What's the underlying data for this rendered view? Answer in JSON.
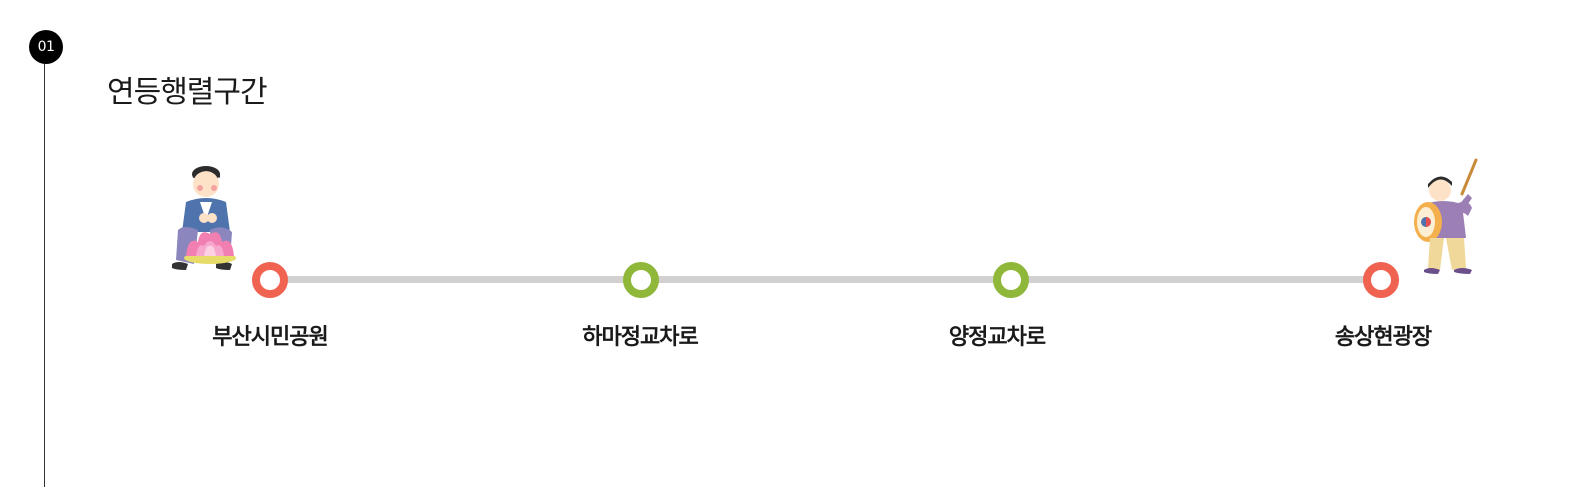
{
  "section": {
    "step_number": "01",
    "title": "연등행렬구간"
  },
  "route": {
    "stations": [
      {
        "label": "부산시민공원",
        "type": "endpoint"
      },
      {
        "label": "하마정교차로",
        "type": "intermediate"
      },
      {
        "label": "양정교차로",
        "type": "intermediate"
      },
      {
        "label": "송상현광장",
        "type": "endpoint"
      }
    ]
  },
  "colors": {
    "endpoint": "#ef6350",
    "intermediate": "#8fb83a",
    "track": "#d3d0d0"
  },
  "illustrations": {
    "left": "lotus-lantern-figure-icon",
    "right": "drummer-figure-icon"
  }
}
